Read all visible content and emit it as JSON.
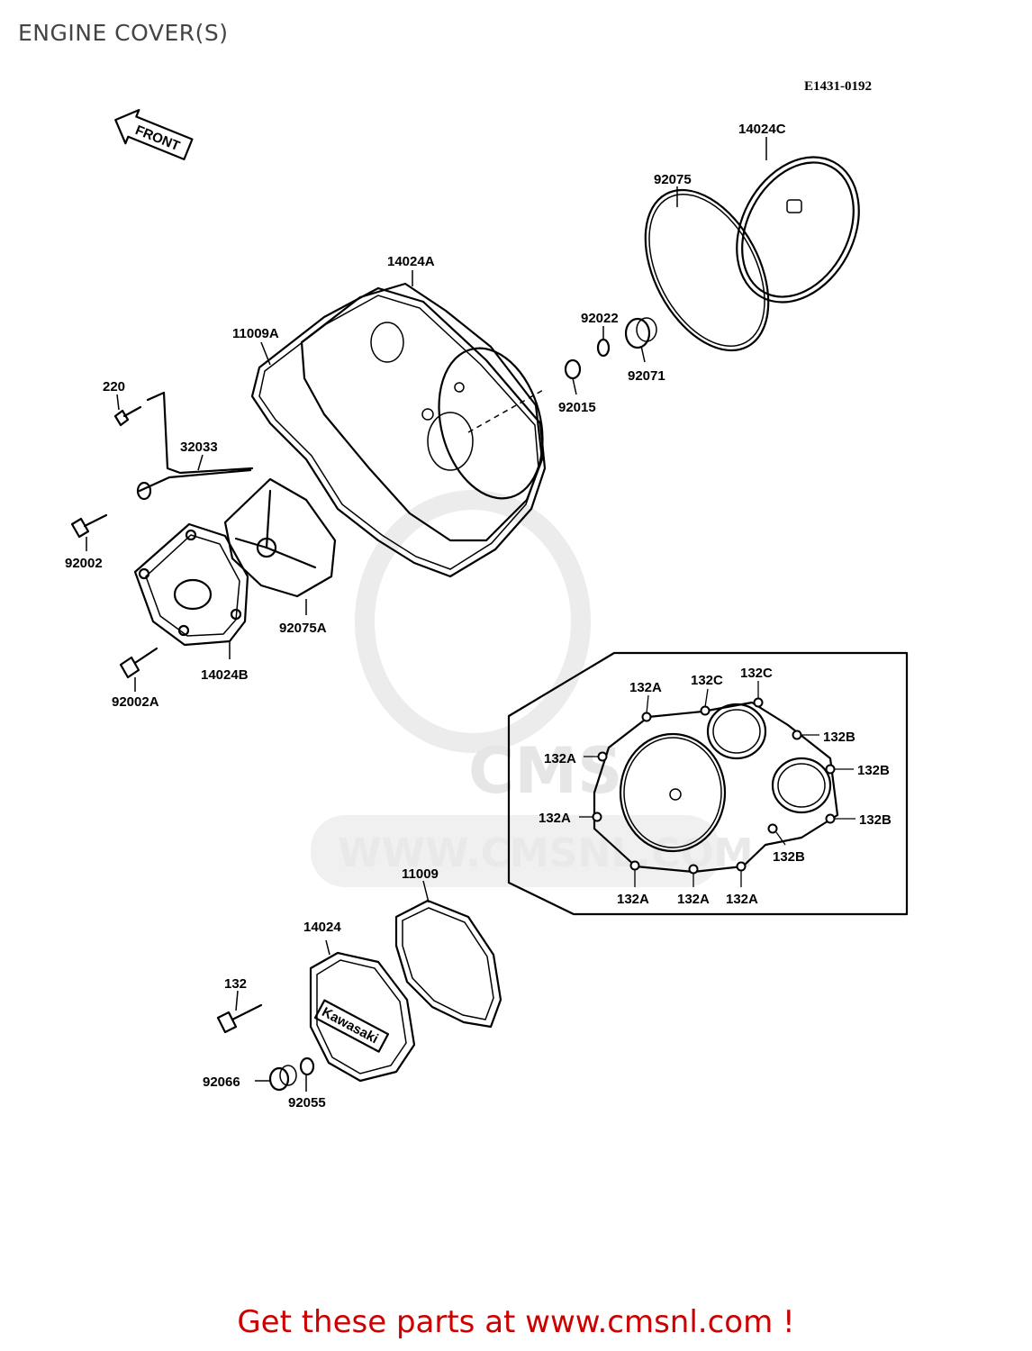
{
  "title": "ENGINE COVER(S)",
  "diagram_code": "E1431-0192",
  "front_arrow_label": "FRONT",
  "watermark": {
    "logo": "CMS",
    "url": "WWW.CMSNL.COM"
  },
  "parts": {
    "p14024C": "14024C",
    "p92075": "92075",
    "p14024A": "14024A",
    "p11009A": "11009A",
    "p92022": "92022",
    "p92071": "92071",
    "p92015": "92015",
    "p220": "220",
    "p32033": "32033",
    "p92002": "92002",
    "p92075A": "92075A",
    "p14024B": "14024B",
    "p92002A": "92002A",
    "p11009": "11009",
    "p14024": "14024",
    "p132": "132",
    "p92066": "92066",
    "p92055": "92055",
    "kawasaki_emblem": "Kawasaki"
  },
  "bolt_labels": {
    "a1": "132A",
    "c1": "132C",
    "c2": "132C",
    "b1": "132B",
    "a2": "132A",
    "b2": "132B",
    "a3": "132A",
    "b3": "132B",
    "b4": "132B",
    "a4": "132A",
    "a5": "132A",
    "a6": "132A"
  },
  "footer": "Get these parts at www.cmsnl.com !"
}
